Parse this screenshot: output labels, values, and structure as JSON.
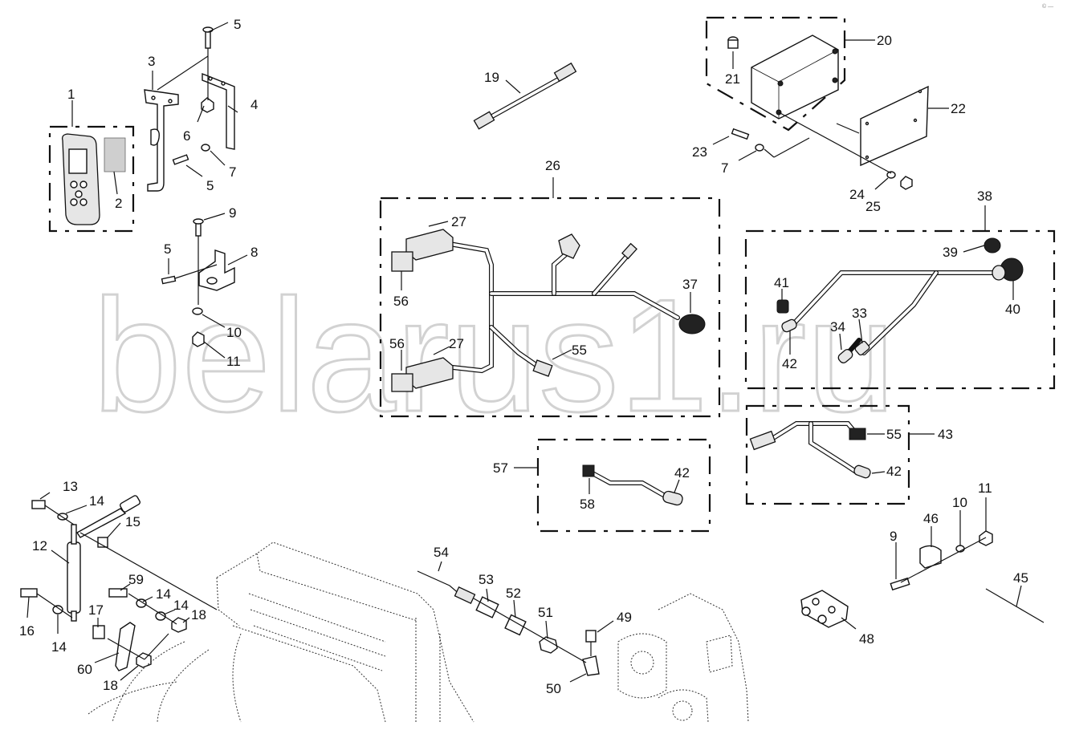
{
  "watermark": "belarus1.ru",
  "corner_mark": "© — ",
  "callouts": {
    "c1": "1",
    "c2": "2",
    "c3": "3",
    "c4": "4",
    "c5a": "5",
    "c5b": "5",
    "c5c": "5",
    "c6": "6",
    "c7a": "7",
    "c7b": "7",
    "c8": "8",
    "c9a": "9",
    "c9b": "9",
    "c10a": "10",
    "c10b": "10",
    "c11a": "11",
    "c11b": "11",
    "c12": "12",
    "c13": "13",
    "c14a": "14",
    "c14b": "14",
    "c14c": "14",
    "c14d": "14",
    "c15": "15",
    "c16": "16",
    "c17": "17",
    "c18a": "18",
    "c18b": "18",
    "c19": "19",
    "c20": "20",
    "c21": "21",
    "c22": "22",
    "c23": "23",
    "c24": "24",
    "c25": "25",
    "c26": "26",
    "c27a": "27",
    "c27b": "27",
    "c33": "33",
    "c34": "34",
    "c37": "37",
    "c38": "38",
    "c39": "39",
    "c40": "40",
    "c41": "41",
    "c42a": "42",
    "c42b": "42",
    "c42c": "42",
    "c43": "43",
    "c45": "45",
    "c46": "46",
    "c48": "48",
    "c49": "49",
    "c50": "50",
    "c51": "51",
    "c52": "52",
    "c53": "53",
    "c54": "54",
    "c55a": "55",
    "c55b": "55",
    "c56a": "56",
    "c56b": "56",
    "c57": "57",
    "c58": "58",
    "c59": "59",
    "c60": "60"
  }
}
